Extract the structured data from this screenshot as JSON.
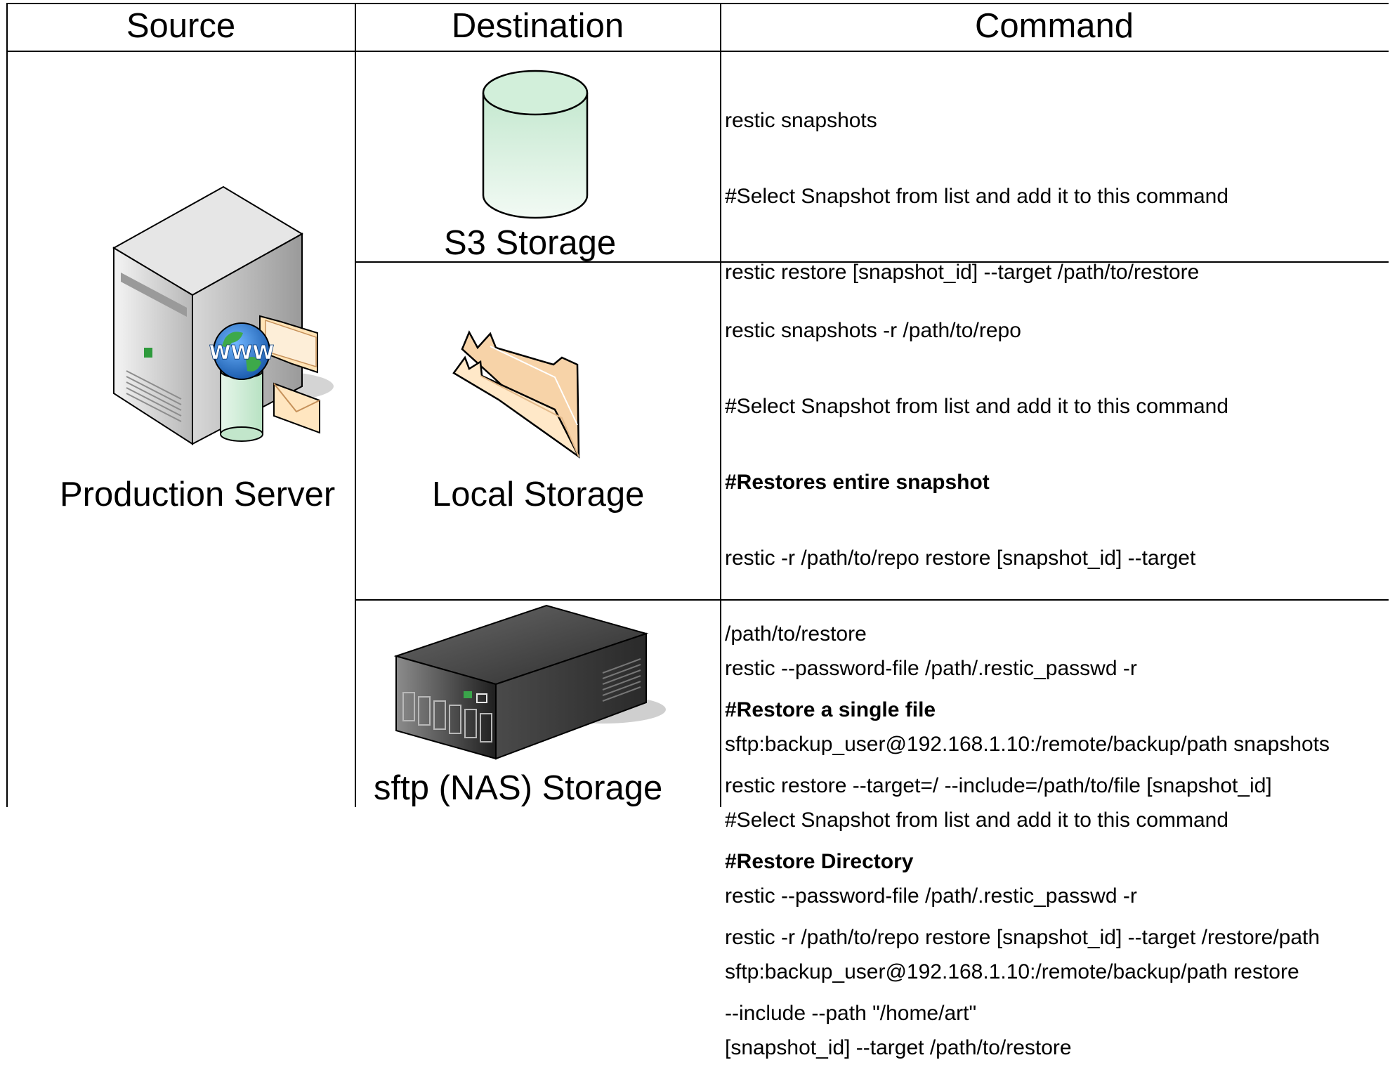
{
  "header": {
    "source": "Source",
    "destination": "Destination",
    "command": "Command"
  },
  "source": {
    "label": "Production Server",
    "icon": "web-server-icon",
    "badge_text": "WWW"
  },
  "destinations": [
    {
      "label": "S3 Storage",
      "icon": "cylinder-storage-icon",
      "command_lines": [
        {
          "text": "restic snapshots",
          "bold": false
        },
        {
          "text": "#Select Snapshot from list and add it to this command",
          "bold": false
        },
        {
          "text": "restic restore [snapshot_id] --target /path/to/restore",
          "bold": false
        }
      ]
    },
    {
      "label": "Local Storage",
      "icon": "folder-icon",
      "command_lines": [
        {
          "text": "restic snapshots -r /path/to/repo",
          "bold": false
        },
        {
          "text": "#Select Snapshot from list and add it to this command",
          "bold": false
        },
        {
          "text": "#Restores entire snapshot",
          "bold": true
        },
        {
          "text": "restic -r /path/to/repo restore [snapshot_id] --target",
          "bold": false
        },
        {
          "text": "/path/to/restore",
          "bold": false
        },
        {
          "text": "#Restore a single file",
          "bold": true
        },
        {
          "text": "restic restore --target=/ --include=/path/to/file [snapshot_id]",
          "bold": false
        },
        {
          "text": "#Restore Directory",
          "bold": true
        },
        {
          "text": "restic -r /path/to/repo restore [snapshot_id] --target /restore/path",
          "bold": false
        },
        {
          "text": "--include --path \"/home/art\"",
          "bold": false
        }
      ]
    },
    {
      "label": "sftp (NAS) Storage",
      "icon": "nas-server-icon",
      "command_lines": [
        {
          "text": "restic --password-file /path/.restic_passwd -r",
          "bold": false
        },
        {
          "text": "sftp:backup_user@192.168.1.10:/remote/backup/path snapshots",
          "bold": false
        },
        {
          "text": "#Select Snapshot from list and add it to this command",
          "bold": false
        },
        {
          "text": "restic --password-file /path/.restic_passwd -r",
          "bold": false
        },
        {
          "text": "sftp:backup_user@192.168.1.10:/remote/backup/path restore",
          "bold": false
        },
        {
          "text": "[snapshot_id] --target /path/to/restore",
          "bold": false
        }
      ]
    }
  ]
}
